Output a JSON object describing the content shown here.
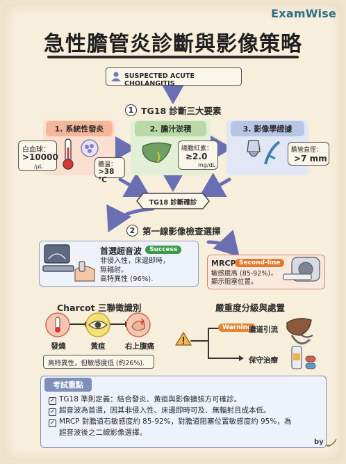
{
  "brand": "ExamWise",
  "title": "急性膽管炎診斷與影像策略",
  "start": {
    "label": "SUSPECTED ACUTE CHOLANGITIS"
  },
  "step1": {
    "num": "1",
    "label": "TG18 診斷三大要素"
  },
  "criteria": [
    {
      "header": "1. 系統性發炎",
      "color": "#f4b79a"
    },
    {
      "header": "2. 膽汁淤積",
      "color": "#b9d9a6"
    },
    {
      "header": "3. 影像學證據",
      "color": "#b8c6e6"
    }
  ],
  "labs": {
    "wbc": {
      "label": "白血球：",
      "value": ">10000",
      "unit": "/µL"
    },
    "temp": {
      "label": "體溫：",
      "value": ">38 °C"
    },
    "bili": {
      "label": "總膽紅素：",
      "value": "≥2.0",
      "unit": "mg/dL"
    },
    "duct": {
      "label": "膽管直徑：",
      "value": ">7 mm"
    }
  },
  "diagnosis": {
    "label": "TG18 診斷確診"
  },
  "step2": {
    "num": "2",
    "label": "第一線影像檢查選擇"
  },
  "ultrasound": {
    "title": "首選超音波",
    "badge": "Success",
    "badge_color": "#3a9a48",
    "lines": [
      "非侵入性，床邊即時，",
      "無輻射。",
      "高特異性 (96%)."
    ]
  },
  "mrcp": {
    "title": "MRCP",
    "badge": "Second-line",
    "badge_color": "#e07a2e",
    "lines": [
      "敏感度高 (85-92%)，",
      "顯示阻塞位置。"
    ]
  },
  "charcot": {
    "title": "Charcot 三聯徵識別",
    "items": [
      "發燒",
      "黃疸",
      "右上腹痛"
    ],
    "note": "高特異性，但敏感度低 (約26%)."
  },
  "severity": {
    "title": "嚴重度分級與處置",
    "badge": "Warning",
    "badge_color": "#e0873a",
    "drainage": "膽道引流",
    "conservative": "保守治療"
  },
  "key_points": {
    "title": "考試重點",
    "items": [
      "TG18 準則定義：結合發炎、黃疸與影像擴張方可確診。",
      "超音波為首選，因其非侵入性、床邊即時可及、無輻射且成本低。",
      "MRCP 對膽道石敏感度約 85-92%，對膽道阻塞位置敏感度約 95%，為",
      "超音波後之二線影像選擇。"
    ]
  },
  "signature": "by"
}
